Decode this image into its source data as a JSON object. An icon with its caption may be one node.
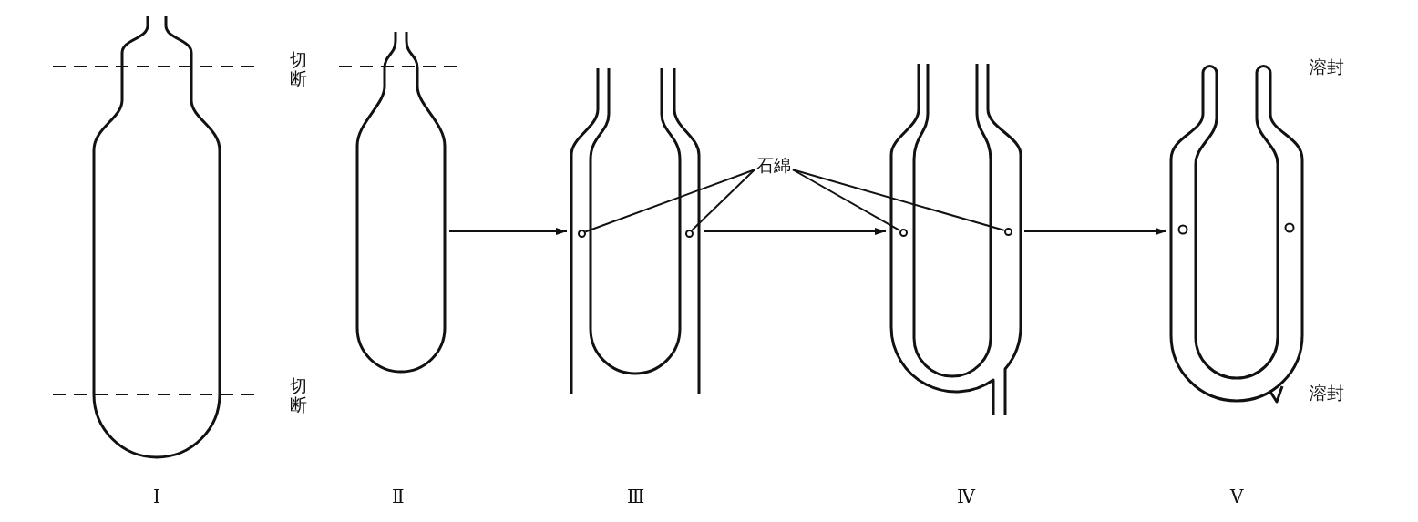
{
  "diagram": {
    "nodes": [
      {
        "text": [],
        "shape": "picture"
      },
      {
        "text": [],
        "shape": "picture"
      },
      {
        "text": [],
        "shape": "picture"
      },
      {
        "text": [],
        "shape": "picture"
      },
      {
        "text": [],
        "shape": "picture"
      },
      {
        "text": [
          "石綿"
        ]
      },
      {
        "text": [],
        "shape": "circle",
        "in": 2
      },
      {
        "text": [],
        "shape": "circle",
        "in": 2
      },
      {
        "text": [],
        "shape": "circle",
        "in": 3
      },
      {
        "text": [],
        "shape": "circle",
        "in": 3
      }
    ],
    "edges": [
      {
        "from": 1,
        "to": 2,
        "arrow": "to"
      },
      {
        "from": 2,
        "to": 3,
        "arrow": "to"
      },
      {
        "from": 3,
        "to": 4,
        "arrow": "to"
      },
      {
        "from": 5,
        "to": 6,
        "arrow": "none"
      },
      {
        "from": 5,
        "to": 7,
        "arrow": "none"
      },
      {
        "from": 5,
        "to": 8,
        "arrow": "none"
      },
      {
        "from": 5,
        "to": 9,
        "arrow": "none"
      }
    ],
    "labels": [
      "切断",
      "溶封",
      "切断",
      "溶封",
      "Ⅰ",
      "Ⅱ",
      "Ⅲ",
      "Ⅳ",
      "Ⅴ"
    ]
  }
}
